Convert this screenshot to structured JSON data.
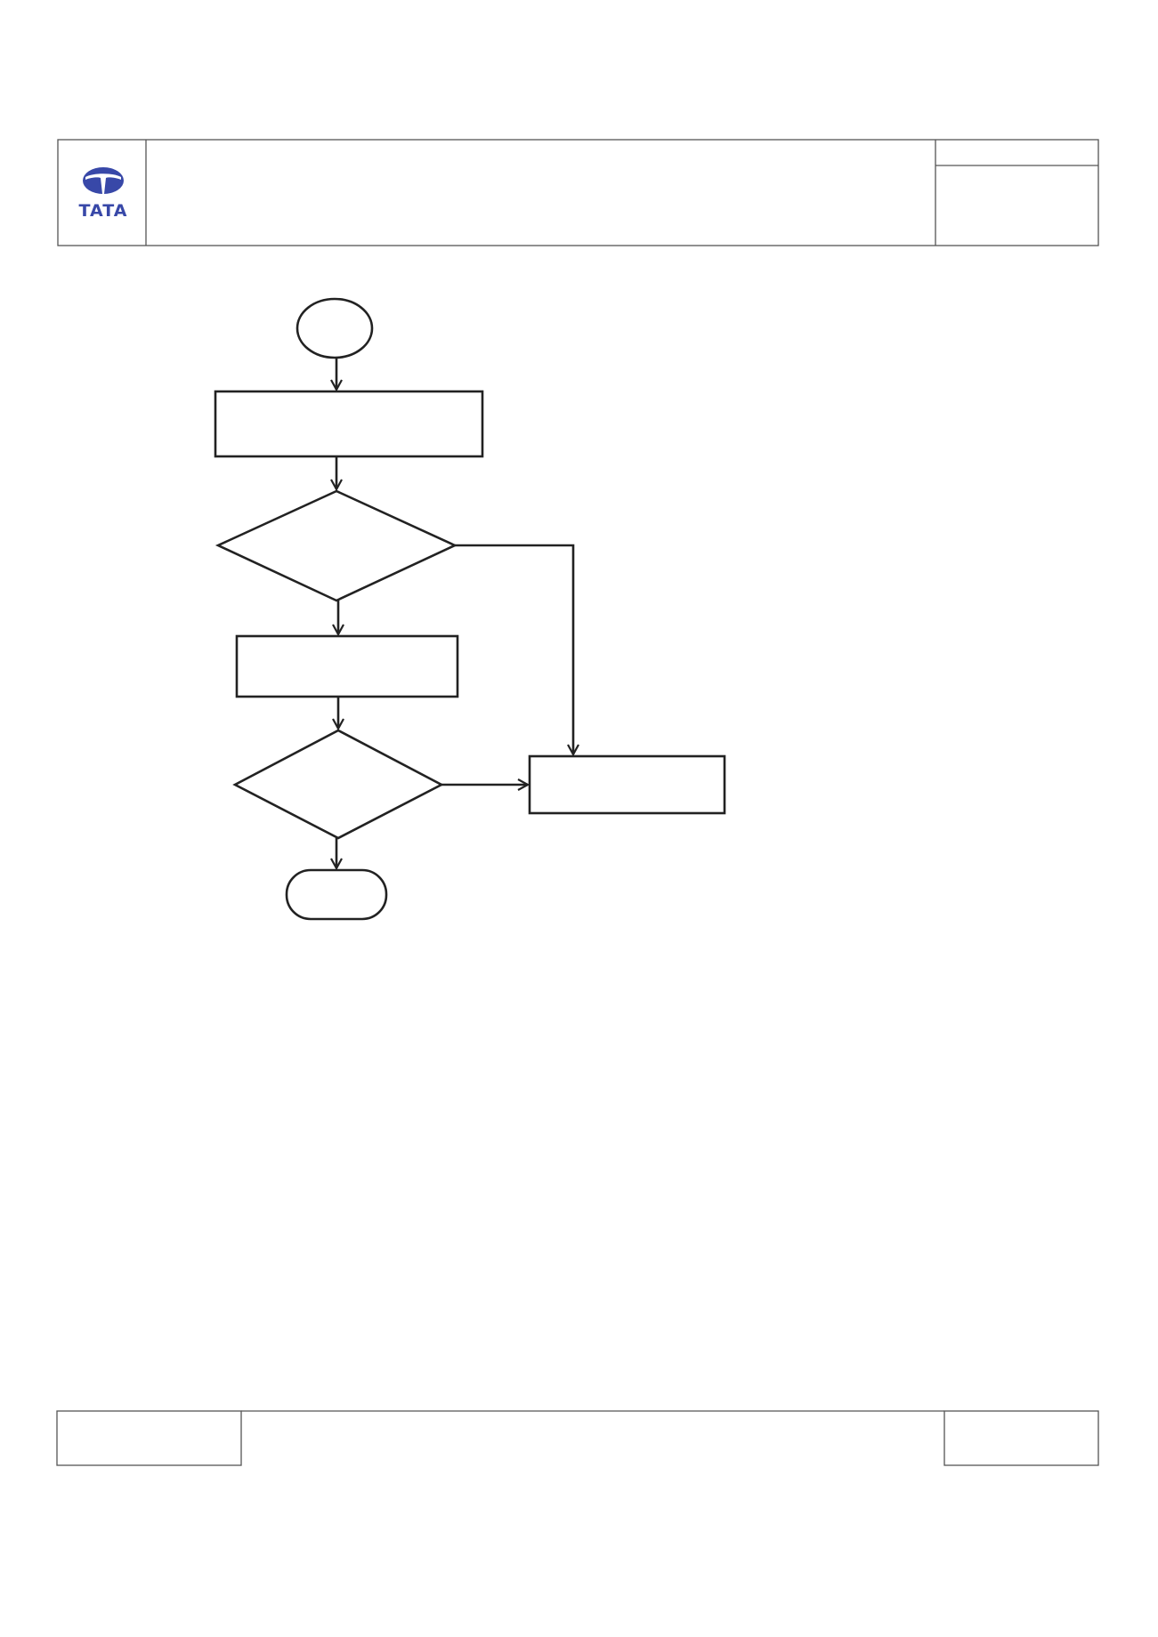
{
  "header": {
    "logo": {
      "icon": "tata-logo-icon",
      "text": "TATA",
      "color": "#3848a8"
    },
    "title": "",
    "document_code": "",
    "revision": ""
  },
  "flowchart": {
    "start": {
      "shape": "ellipse",
      "label": ""
    },
    "process_1": {
      "shape": "rectangle",
      "label": ""
    },
    "decision_1": {
      "shape": "diamond",
      "label": ""
    },
    "process_2": {
      "shape": "rectangle",
      "label": ""
    },
    "decision_2": {
      "shape": "diamond",
      "label": ""
    },
    "process_3": {
      "shape": "rectangle",
      "label": ""
    },
    "end": {
      "shape": "terminator",
      "label": ""
    },
    "connectors": [
      {
        "from": "start",
        "to": "process_1"
      },
      {
        "from": "process_1",
        "to": "decision_1"
      },
      {
        "from": "decision_1",
        "to": "process_2"
      },
      {
        "from": "decision_1",
        "to": "process_3"
      },
      {
        "from": "process_2",
        "to": "decision_2"
      },
      {
        "from": "decision_2",
        "to": "process_3"
      },
      {
        "from": "decision_2",
        "to": "end"
      }
    ],
    "line_color": "#222222"
  },
  "footer": {
    "left": "",
    "center": "",
    "right": ""
  }
}
